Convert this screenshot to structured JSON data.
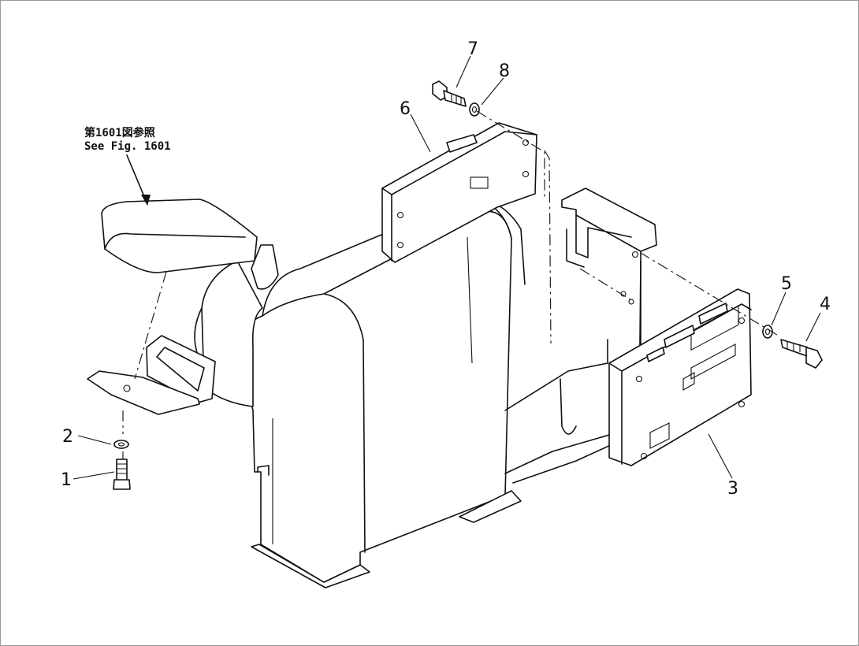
{
  "reference_note": {
    "line_jp": "第1601図参照",
    "line_en": "See Fig. 1601"
  },
  "callouts": [
    {
      "id": "1",
      "label": "1"
    },
    {
      "id": "2",
      "label": "2"
    },
    {
      "id": "3",
      "label": "3"
    },
    {
      "id": "4",
      "label": "4"
    },
    {
      "id": "5",
      "label": "5"
    },
    {
      "id": "6",
      "label": "6"
    },
    {
      "id": "7",
      "label": "7"
    },
    {
      "id": "8",
      "label": "8"
    }
  ]
}
